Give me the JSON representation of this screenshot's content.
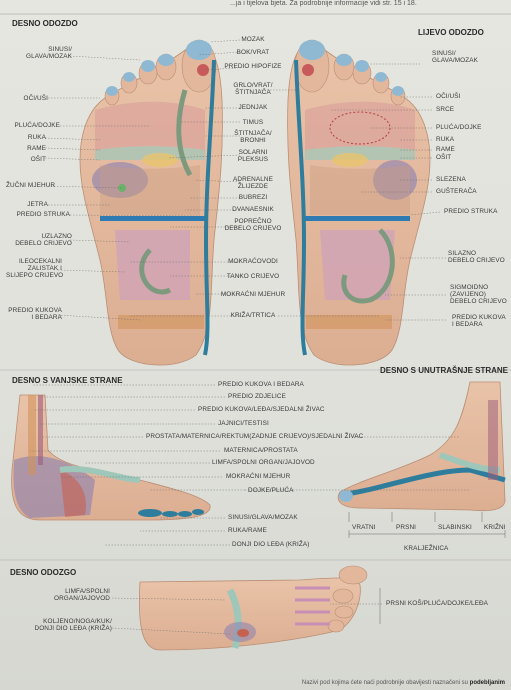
{
  "top_text": "...ja i tijelova bjeta. Za podrobnije informacije vidi str. 15 i 18.",
  "headings": {
    "right_sole": "DESNO ODOZDO",
    "left_sole": "LIJEVO ODOZDO",
    "outer": "DESNO S VANJSKE STRANE",
    "inner": "DESNO S UNUTRAŠNJE STRANE",
    "top": "DESNO ODOZGO"
  },
  "left_labels": [
    "SINUSI/\nGLAVA/MOZAK",
    "OČI/UŠI",
    "PLUĆA/DOJKE",
    "RUKA",
    "RAME",
    "OŠIT",
    "ŽUČNI MJEHUR",
    "JETRA",
    "PREDIO STRUKA",
    "UZLAZNO\nDEBELO CRIJEVO",
    "ILEOCEKALNI\nZALISTAK I\nSLIJEPO CRIJEVO",
    "PREDIO KUKOVA\nI BEDARA"
  ],
  "center_labels": [
    "MOZAK",
    "BOK/VRAT",
    "PREDIO HIPOFIZE",
    "GRLO/VRAT/\nŠTITNJAČA",
    "JEDNJAK",
    "TIMUS",
    "ŠTITNJAČA/\nBRONHI",
    "SOLARNI\nPLEKSUS",
    "ADRENALNE\nŽLIJEZDE",
    "BUBREZI",
    "DVANAESNIK",
    "POPREČNO\nDEBELO CRIJEVO",
    "MOKRAĆOVODI",
    "TANKO CRIJEVO",
    "MOKRAĆNI MJEHUR",
    "KRIŽA/TRTICA"
  ],
  "right_labels": [
    "SINUSI/\nGLAVA/MOZAK",
    "OČI/UŠI",
    "SRCE",
    "PLUĆA/DOJKE",
    "RUKA",
    "RAME",
    "OŠIT",
    "SLEZENA",
    "GUŠTERAČA",
    "PREDIO STRUKA",
    "SILAZNO\nDEBELO CRIJEVO",
    "SIGMOIDNO\n(ZAVIJENO)\nDEBELO CRIJEVO",
    "PREDIO KUKOVA\nI BEDARA"
  ],
  "side_labels": [
    "PREDIO KUKOVA I BEDARA",
    "PREDIO ZDJELICE",
    "PREDIO KUKOVA/LEĐA/SJEDALNI ŽIVAC",
    "JAJNICI/TESTISI",
    "PROSTATA/MATERNICA/REKTUM(ZADNJE CRIJEVO)/SJEDALNI ŽIVAC",
    "MATERNICA/PROSTATA",
    "LIMFA/SPOLNI ORGAN/JAJOVOD",
    "MOKRAĆNI MJEHUR",
    "DOJKE/PLUĆA",
    "SINUSI/GLAVA/MOZAK",
    "RUKA/RAME",
    "DONJI DIO LEĐA (KRIŽA)"
  ],
  "inner_labels": [
    "VRATNI",
    "PRSNI",
    "SLABINSKI",
    "KRIŽNI",
    "KRALJEŽNICA"
  ],
  "top_labels_left": [
    "LIMFA/SPOLNI\nORGAN/JAJOVOD",
    "KOLJENO/NOGA/KUK/\nDONJI DIO LEĐA (KRIŽA)"
  ],
  "top_labels_right": [
    "PRSNI KOŠ/PLUĆA/DOJKE/LEĐA"
  ],
  "footer": {
    "text": "Nazivi pod kojima ćete naći podrobnije obavijesti naznačeni su ",
    "bold": "podebljanim"
  }
}
